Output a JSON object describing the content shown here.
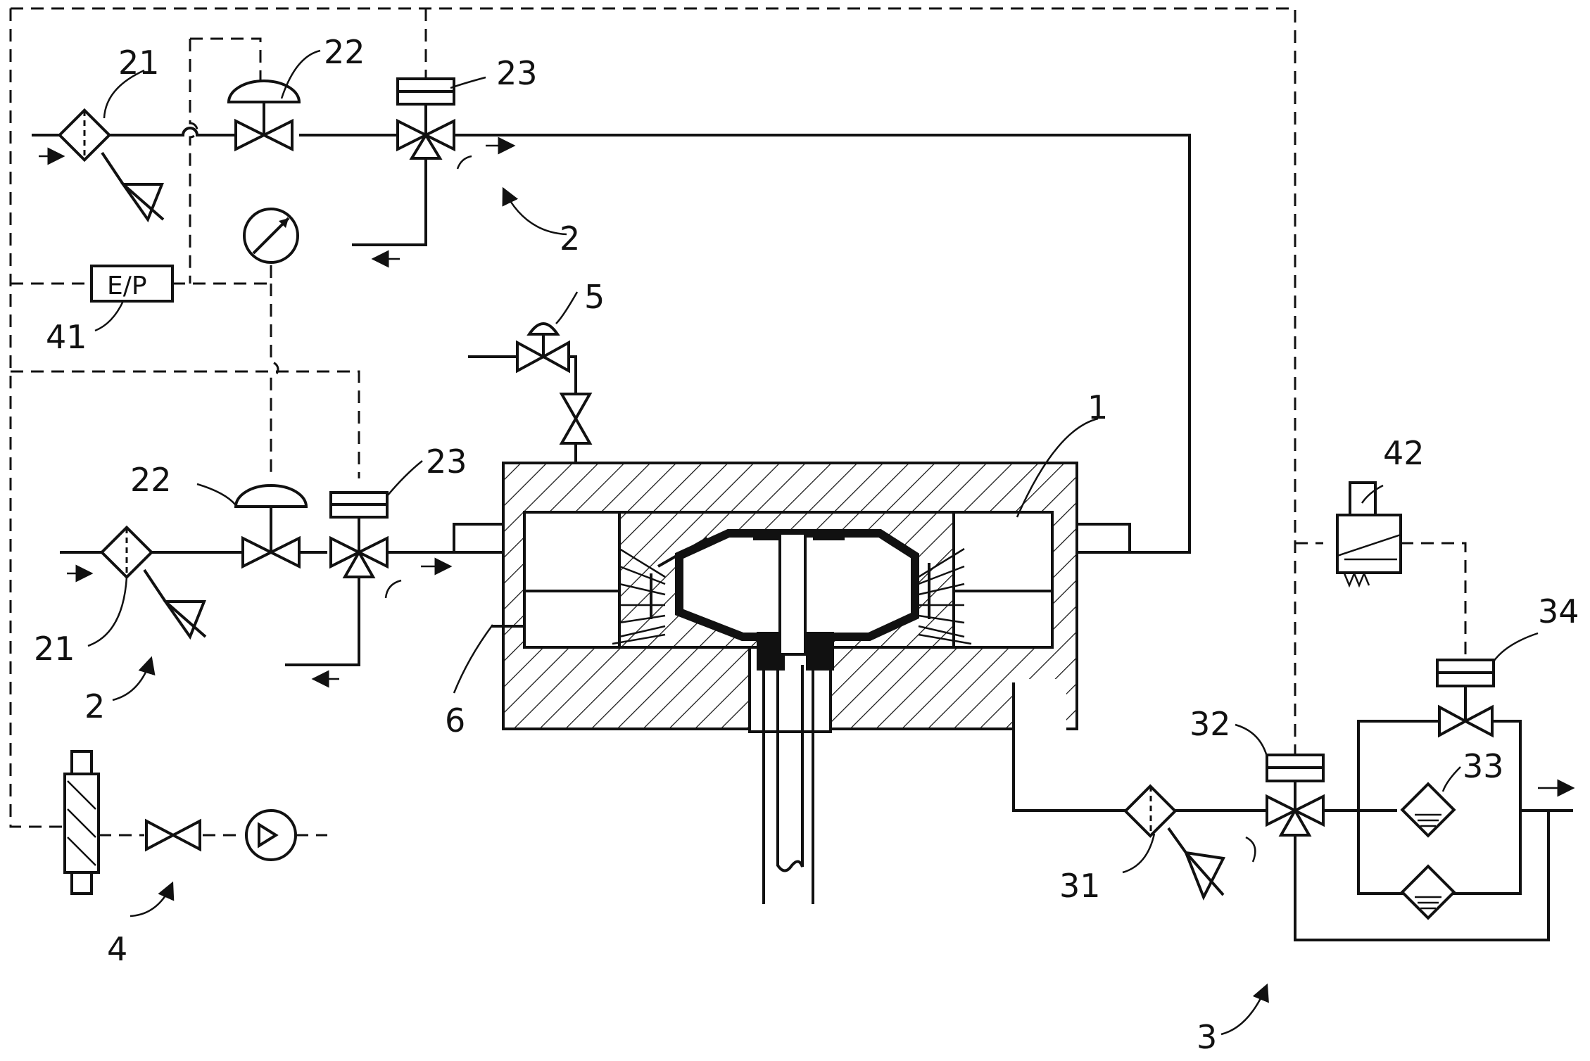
{
  "labels": {
    "main_body": "1",
    "gas_branch": "2",
    "exhaust_unit": "3",
    "pilot_unit": "4",
    "top_valve": "5",
    "probe": "6",
    "filter_top": "21",
    "filter_mid": "21",
    "reg_valve_top": "22",
    "reg_valve_mid": "22",
    "switch_valve_top": "23",
    "switch_valve_mid": "23",
    "filter_exhaust": "31",
    "exhaust_valve": "32",
    "silencer": "33",
    "bypass_valve": "34",
    "ep_converter_label": "41",
    "solenoid_pilot": "42"
  },
  "ep_box_text": "E/P"
}
